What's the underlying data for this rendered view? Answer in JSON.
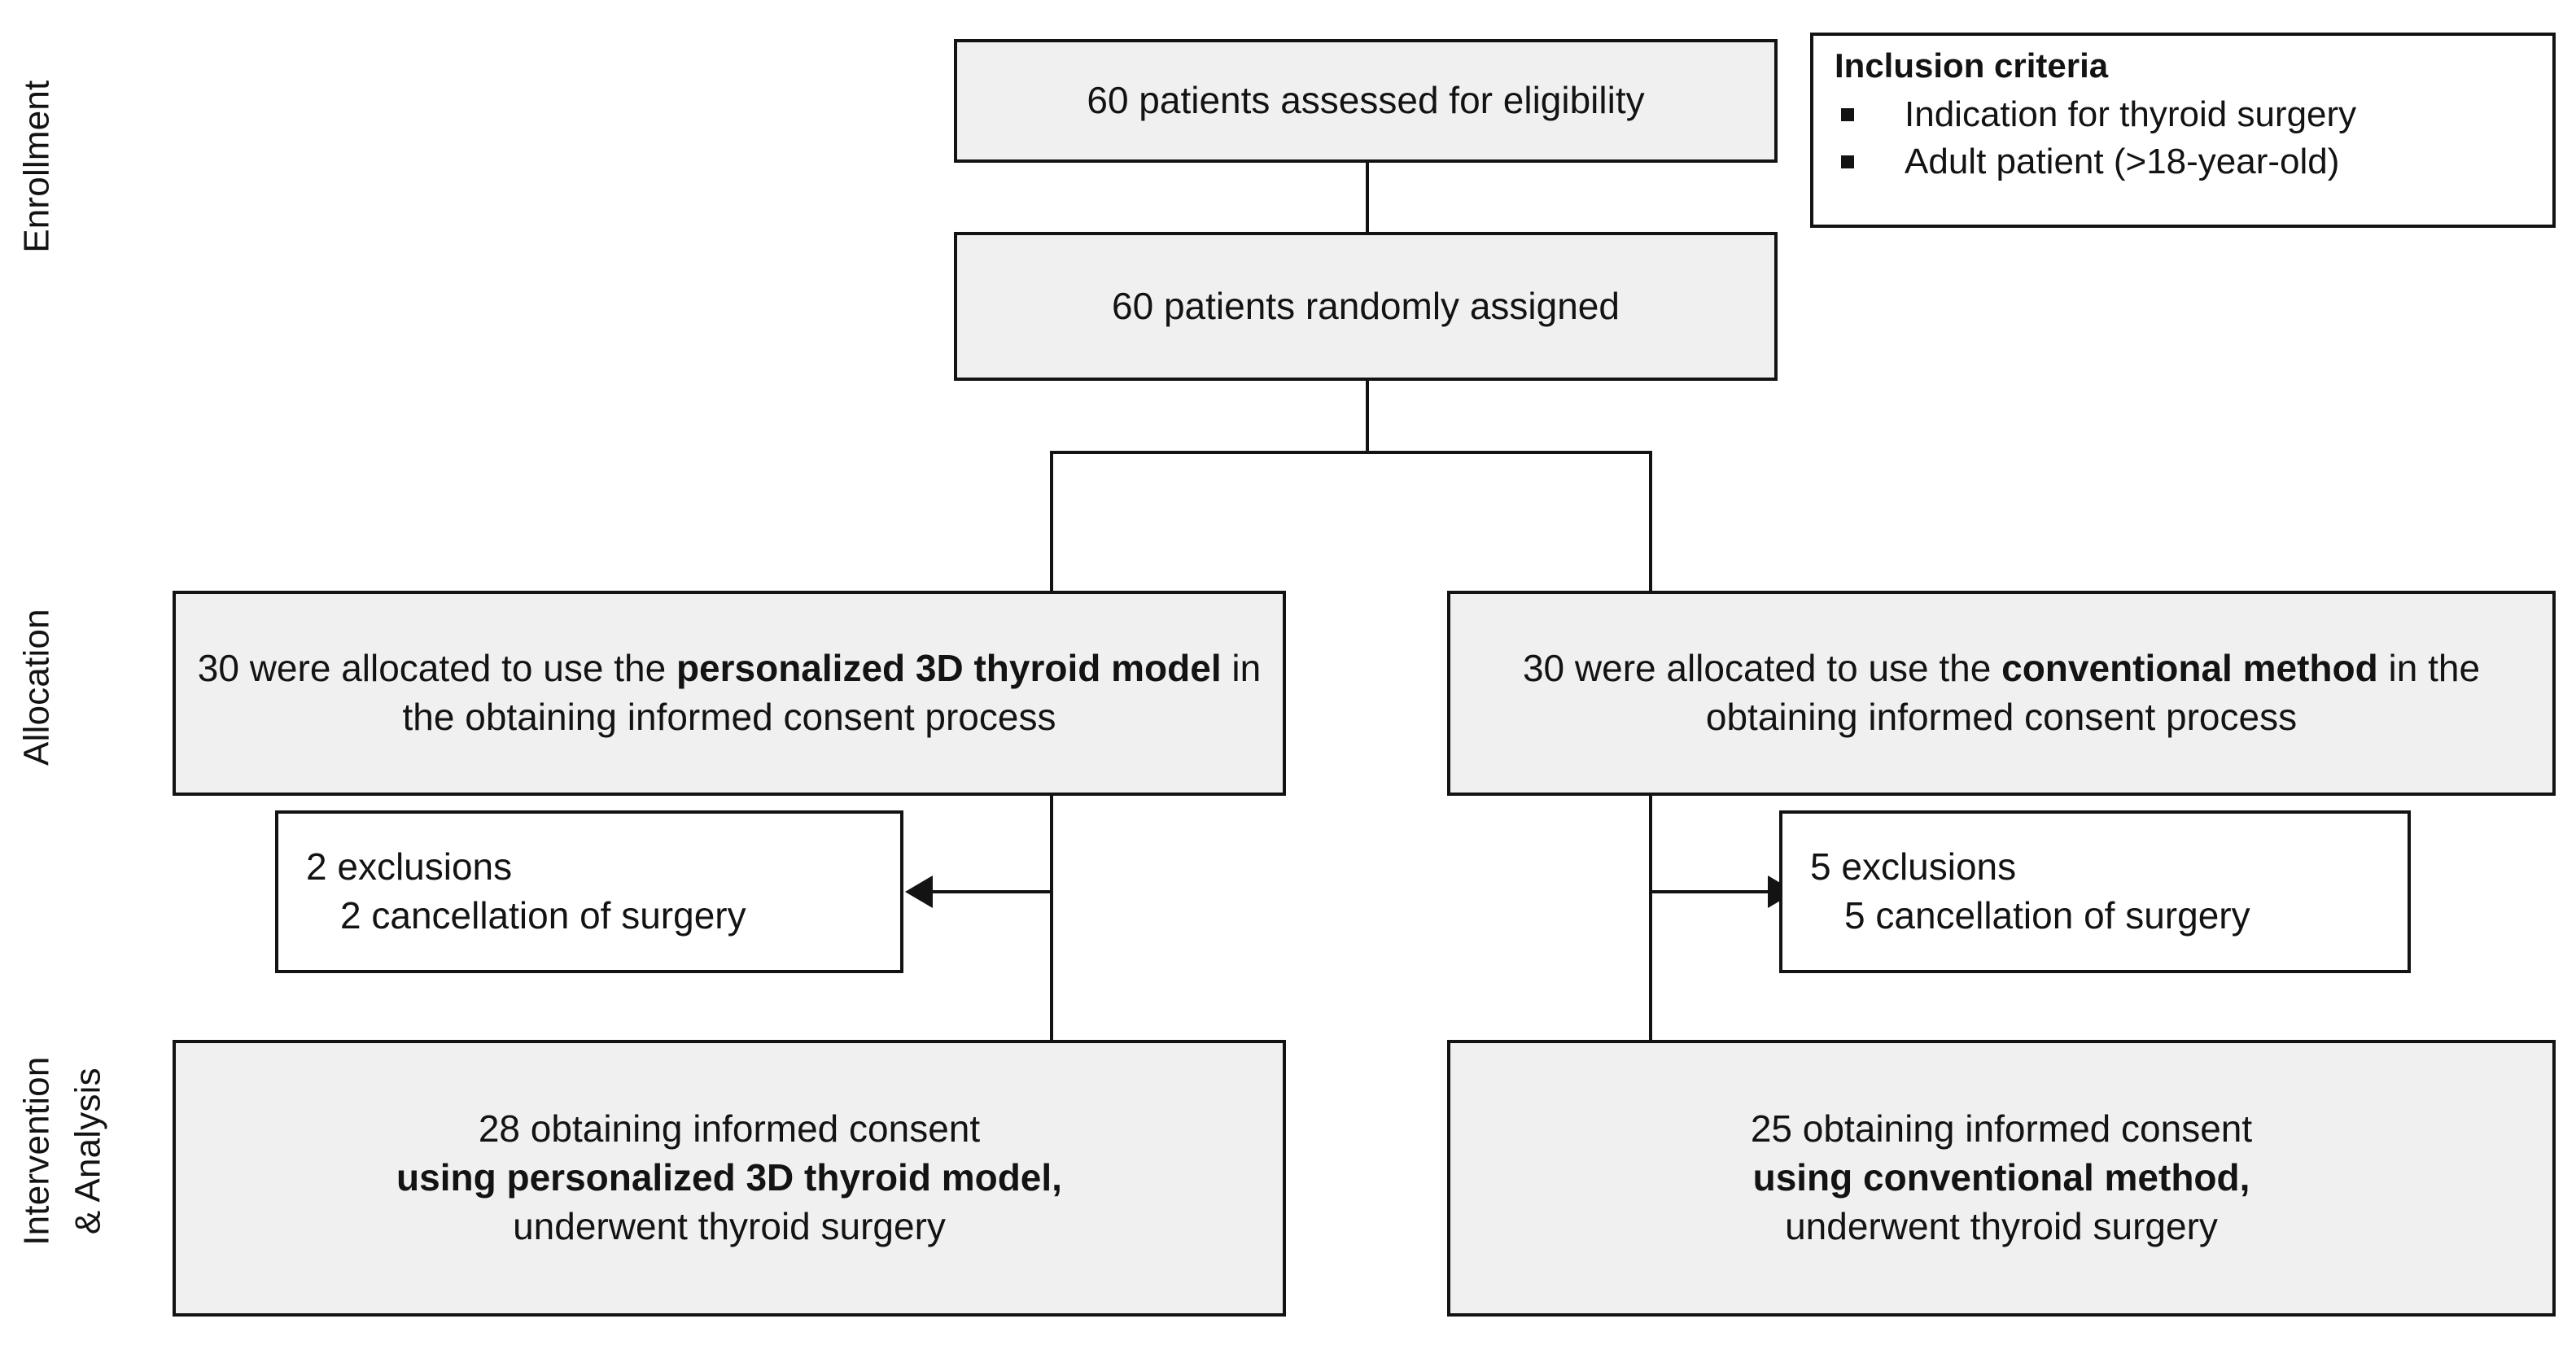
{
  "diagram": {
    "title": "CONSORT participant flow diagram",
    "background_color": "#ffffff",
    "box_fill": "#f0f0f0",
    "box_border": "#131313",
    "text_color": "#131313"
  },
  "stages": [
    {
      "id": "enrollment",
      "label": "Enrollment"
    },
    {
      "id": "allocation",
      "label": "Allocation"
    },
    {
      "id": "intervention_analysis_line1",
      "label": "Intervention"
    },
    {
      "id": "intervention_analysis_line2",
      "label": "& Analysis"
    }
  ],
  "criteria": {
    "title": "Inclusion criteria",
    "items": [
      "Indication for thyroid surgery",
      "Adult patient (>18-year-old)"
    ]
  },
  "nodes": {
    "assessed": {
      "text": "60 patients assessed for eligibility",
      "count": 60
    },
    "randomized": {
      "text": "60 patients randomly assigned",
      "count": 60
    },
    "allocation_left": {
      "count": 30,
      "prefix": "30 were allocated to use the ",
      "emphasis": "personalized 3D thyroid model",
      "suffix": " in the obtaining informed consent process"
    },
    "allocation_right": {
      "count": 30,
      "prefix": "30 were allocated to use the ",
      "emphasis": "conventional method",
      "suffix": " in the obtaining informed consent process"
    },
    "exclusions_left": {
      "line1": "2 exclusions",
      "line2": "2 cancellation of surgery",
      "count": 2
    },
    "exclusions_right": {
      "line1": "5 exclusions",
      "line2": "5 cancellation of surgery",
      "count": 5
    },
    "analysis_left": {
      "count": 28,
      "line1": "28 obtaining informed consent",
      "line2": "using personalized 3D thyroid model,",
      "line3": "underwent thyroid surgery"
    },
    "analysis_right": {
      "count": 25,
      "line1": "25 obtaining informed consent",
      "line2": "using conventional method,",
      "line3": "underwent thyroid surgery"
    }
  }
}
